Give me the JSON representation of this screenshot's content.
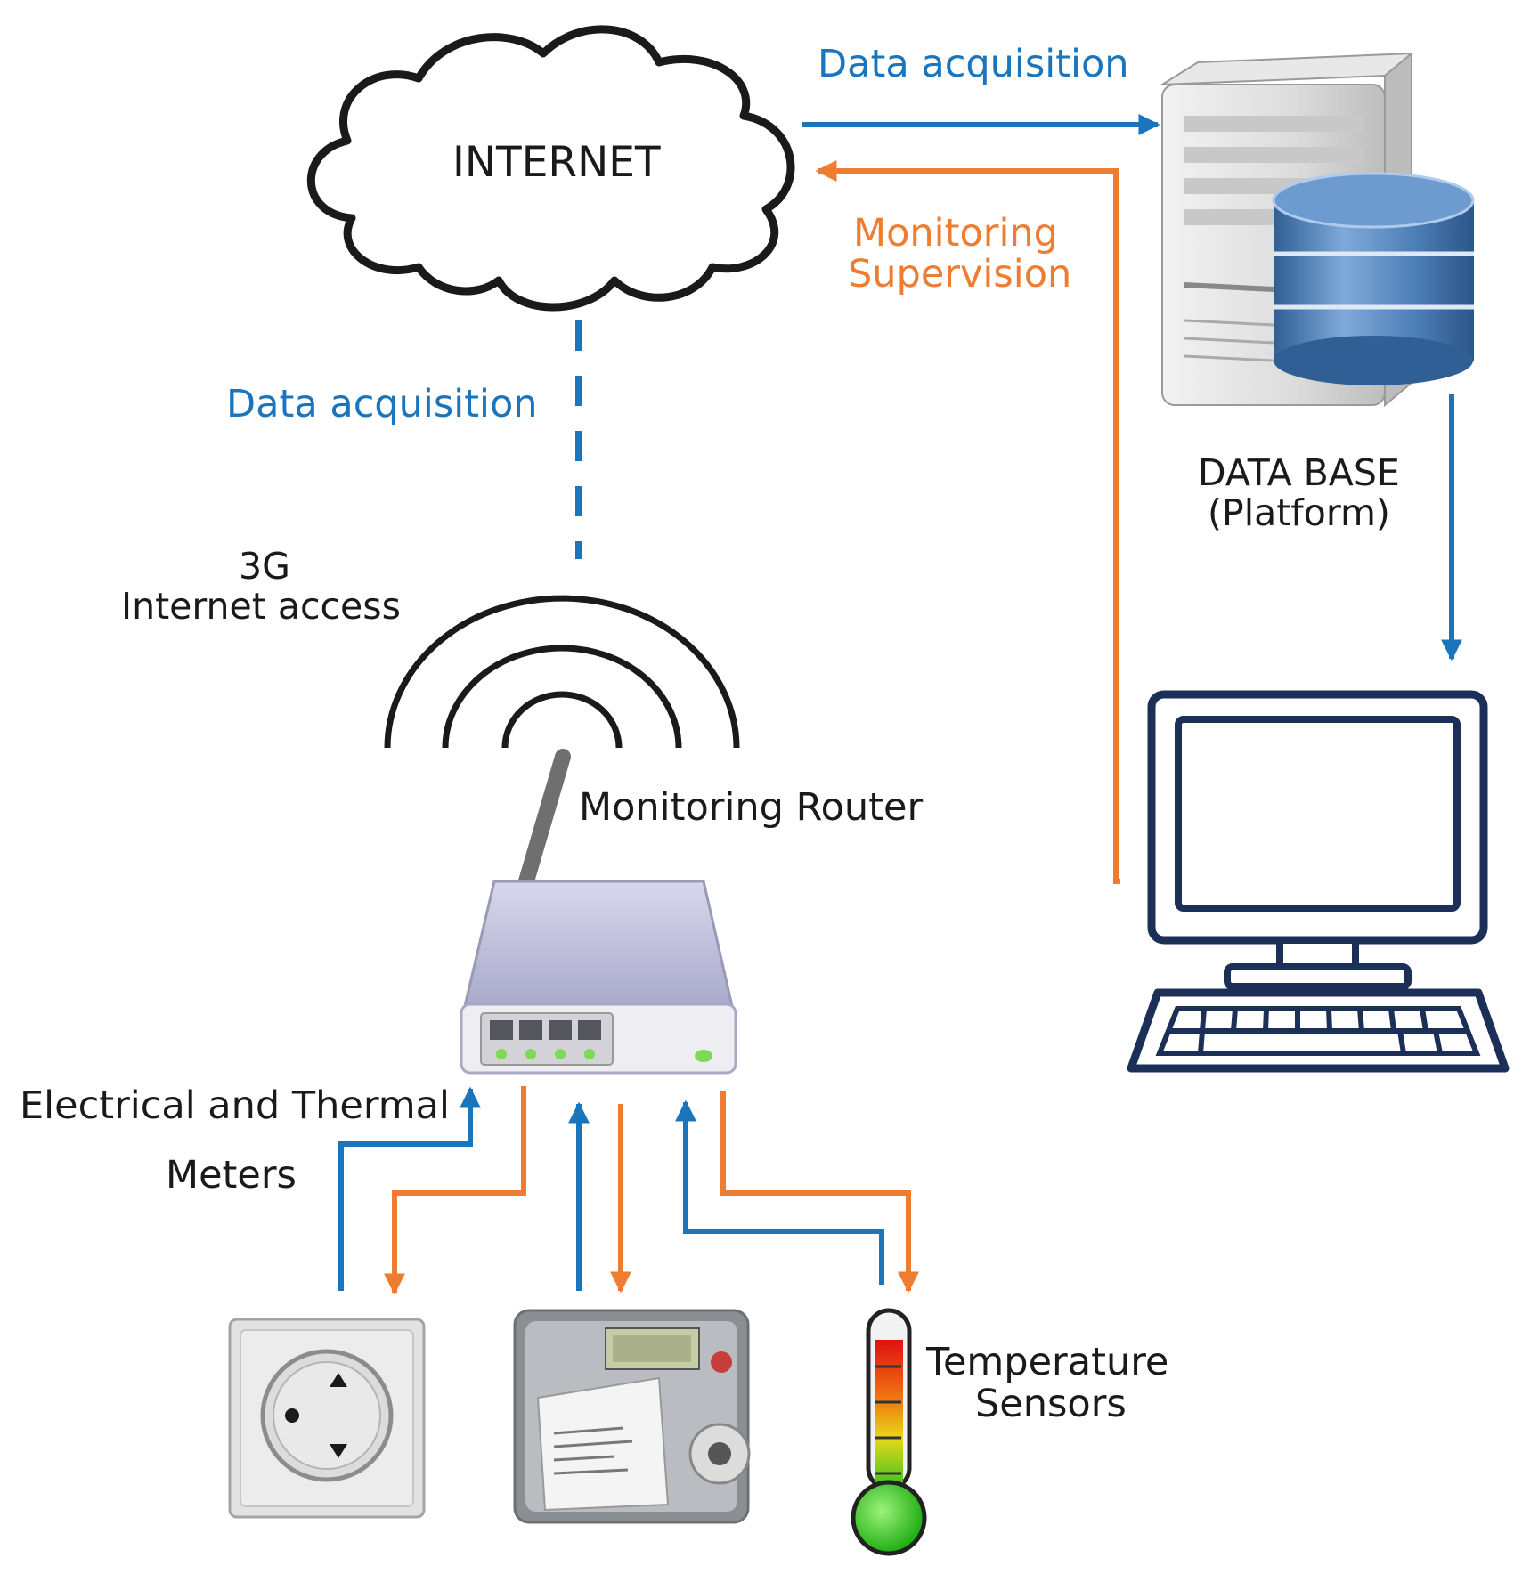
{
  "colors": {
    "data_flow": "#1b75bc",
    "control_flow": "#ee7d31",
    "outline": "#1a1a1a",
    "monitor_outline": "#1c2f57"
  },
  "labels": {
    "internet": "INTERNET",
    "data_acquisition_top": "Data acquisition",
    "monitoring": "Monitoring",
    "supervision": "Supervision",
    "database_line1": "DATA BASE",
    "database_line2": "(Platform)",
    "data_acquisition_left": "Data acquisition",
    "g3": "3G",
    "internet_access": "Internet access",
    "monitoring_router": "Monitoring Router",
    "meters_line1": "Electrical and Thermal",
    "meters_line2": "Meters",
    "temperature": "Temperature",
    "sensors": "Sensors"
  },
  "icons": [
    "cloud-icon",
    "server-icon",
    "database-icon",
    "computer-icon",
    "keyboard-icon",
    "wireless-signal-icon",
    "router-icon",
    "power-socket-icon",
    "energy-meter-icon",
    "thermometer-icon"
  ]
}
